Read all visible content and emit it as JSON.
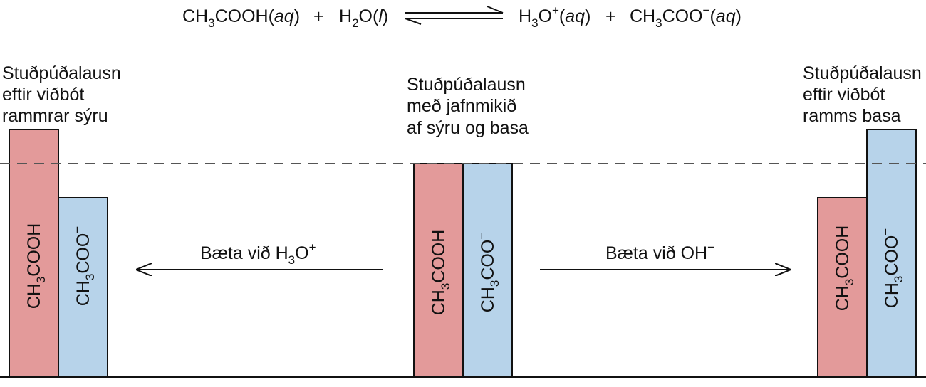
{
  "equation": {
    "reactant1": "CH3COOH",
    "reactant1_state": "aq",
    "plus1": "+",
    "reactant2": "H2O",
    "reactant2_state": "l",
    "product1": "H3O+",
    "product1_state": "aq",
    "plus2": "+",
    "product2": "CH3COO−",
    "product2_state": "aq"
  },
  "panels": {
    "left": {
      "title": [
        "Stuðpúðalausn",
        "eftir viðbót",
        "rammrar sýru"
      ],
      "acid_label": "CH3COOH",
      "base_label": "CH3COO−",
      "acid_level": 1.16,
      "base_level": 0.84
    },
    "center": {
      "title": [
        "Stuðpúðalausn",
        "með jafnmikið",
        "af sýru og basa"
      ],
      "acid_label": "CH3COOH",
      "base_label": "CH3COO−",
      "acid_level": 1.0,
      "base_level": 1.0
    },
    "right": {
      "title": [
        "Stuðpúðalausn",
        "eftir viðbót",
        "ramms basa"
      ],
      "acid_label": "CH3COOH",
      "base_label": "CH3COO−",
      "acid_level": 0.84,
      "base_level": 1.16
    }
  },
  "arrows": {
    "left": {
      "text": "Bæta við H3O+",
      "direction": "left"
    },
    "right": {
      "text": "Bæta við OH−",
      "direction": "right"
    }
  },
  "colors": {
    "acid": "#e39a9a",
    "base": "#b7d3ea",
    "stroke": "#111111",
    "dashed": "#555555"
  }
}
